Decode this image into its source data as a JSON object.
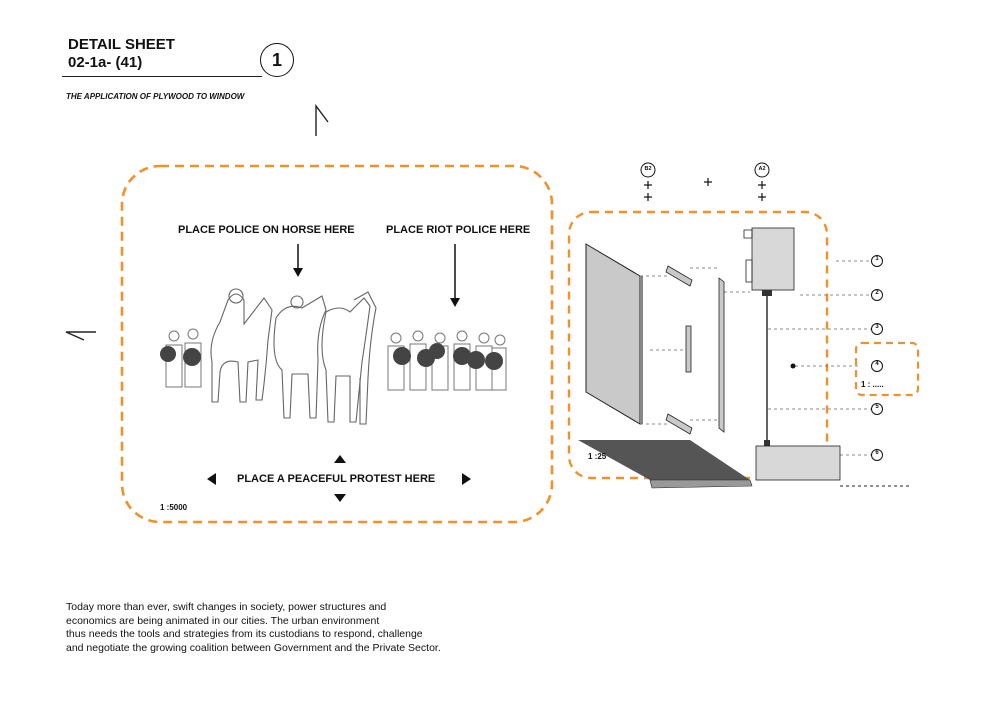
{
  "header": {
    "title_line1": "DETAIL SHEET",
    "title_line2": "02-1a- (41)",
    "sheet_number": "1",
    "subtitle": "THE APPLICATION OF PLYWOOD TO WINDOW"
  },
  "left_panel": {
    "label_police_horse": "PLACE POLICE ON HORSE HERE",
    "label_riot_police": "PLACE RIOT POLICE HERE",
    "label_protest": "PLACE A PEACEFUL PROTEST HERE",
    "scale": "1 :5000"
  },
  "right_panel": {
    "grid_b2": "B2",
    "grid_a2": "A2",
    "scale": "1 :25",
    "callouts": [
      "1",
      "2",
      "3",
      "4",
      "5",
      "6"
    ],
    "inset_scale": "1 : ....."
  },
  "colors": {
    "accent": "#f0912a",
    "ink": "#111111",
    "panel_grey": "#c9c9c9"
  },
  "body_text": [
    "Today more than ever, swift changes in society, power structures and",
    "economics are being animated in our cities. The urban environment",
    "thus needs the tools and strategies from its custodians to respond, challenge",
    "and negotiate the growing coalition between Government and the Private Sector."
  ]
}
